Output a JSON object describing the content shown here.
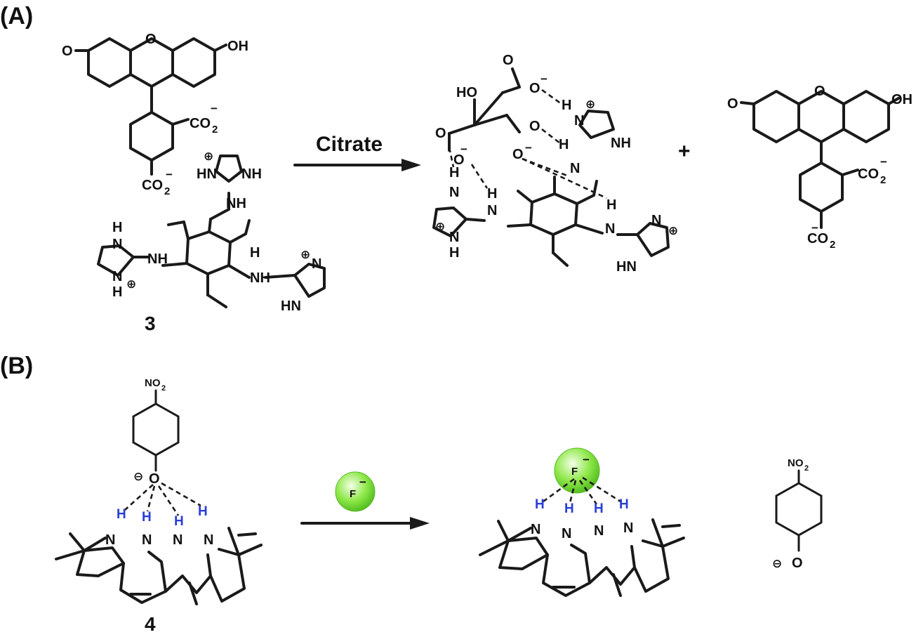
{
  "panels": {
    "a": {
      "label": "(A)",
      "compound": "3",
      "reagent": "Citrate",
      "plus": "+"
    },
    "b": {
      "label": "(B)",
      "compound": "4",
      "reagent": "F"
    }
  },
  "atoms": {
    "o": "O",
    "oh": "OH",
    "ho": "HO",
    "h": "H",
    "n": "N",
    "nh": "NH",
    "hn": "HN",
    "co2": "CO",
    "sub2": "2",
    "no2": "NO",
    "minus": "−",
    "plus_circle": "⊕",
    "minus_circle": "⊖"
  },
  "colors": {
    "dye_quenched": "#8f8f8f",
    "dye_released": "#66ee1a",
    "nitrophenol_bound": "#8f8f8f",
    "nitrophenolate_free": "#f3e01a",
    "fluoride_sphere": "#7fe340",
    "hbond_hydrogen": "#2a3fd6"
  }
}
